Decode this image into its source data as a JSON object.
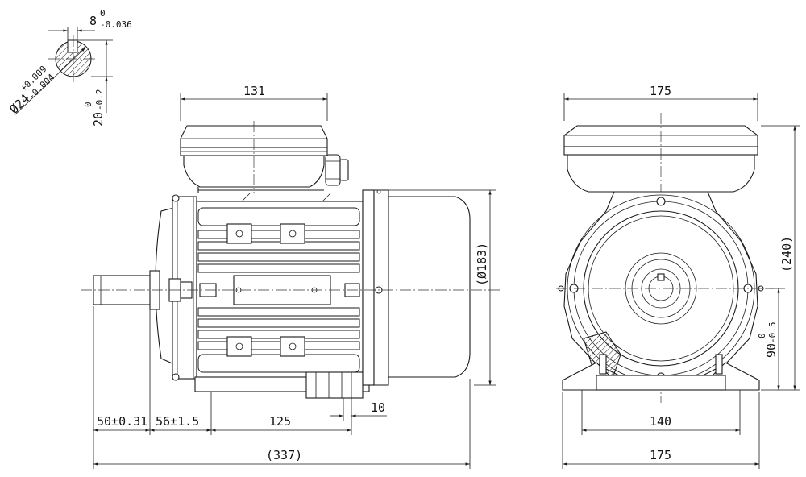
{
  "shaft_section": {
    "key_width": "8",
    "key_width_tol_upper": "0",
    "key_width_tol_lower": "-0.036",
    "shaft_dia": "Ø24",
    "shaft_dia_tol_upper": "+0.009",
    "shaft_dia_tol_lower": "-0.004",
    "key_depth": "20",
    "key_depth_tol_upper": "0",
    "key_depth_tol_lower": "-0.2"
  },
  "side_view": {
    "terminal_box_length": "131",
    "flange_dia": "(Ø183)",
    "shaft_length": "50±0.31",
    "shaft_to_foot": "56±1.5",
    "foot_spacing": "125",
    "foot_hole": "10",
    "overall_length": "(337)"
  },
  "front_view": {
    "terminal_box_width": "175",
    "overall_height": "(240)",
    "shaft_height": "90",
    "shaft_height_tol_upper": "0",
    "shaft_height_tol_lower": "-0.5",
    "foot_hole_spacing": "140",
    "base_width": "175"
  }
}
